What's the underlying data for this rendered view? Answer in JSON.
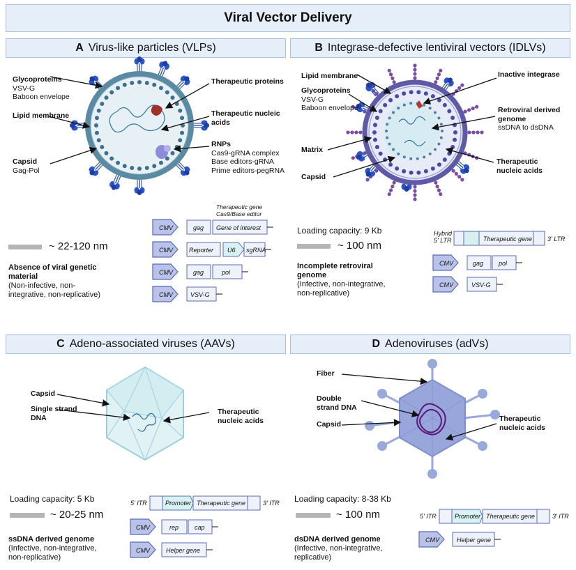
{
  "title": "Viral Vector Delivery",
  "sections": {
    "a": {
      "letter": "A",
      "name": "Virus-like particles (VLPs)"
    },
    "b": {
      "letter": "B",
      "name": "Integrase-defective lentiviral vectors (IDLVs)"
    },
    "c": {
      "letter": "C",
      "name": "Adeno-associated viruses (AAVs)"
    },
    "d": {
      "letter": "D",
      "name": "Adenoviruses (adVs)"
    }
  },
  "vlp": {
    "glyco_title": "Glycoproteins",
    "glyco_1": "VSV-G",
    "glyco_2": "Baboon envelope",
    "lipid": "Lipid membrane",
    "capsid_title": "Capsid",
    "capsid_sub": "Gag-Pol",
    "ther_prot": "Therapeutic proteins",
    "ther_nuc_1": "Therapeutic nucleic",
    "ther_nuc_2": "acids",
    "rnp_title": "RNPs",
    "rnp_1": "Cas9-gRNA complex",
    "rnp_2": "Base editors-gRNA",
    "rnp_3": "Prime editors-pegRNA",
    "size": "~ 22-120 nm",
    "desc_title_1": "Absence of viral genetic",
    "desc_title_2": "material",
    "desc_1": "(Non-infective, non-",
    "desc_2": "integrative, non-replicative)",
    "construct_note_1": "Therapeutic gene",
    "construct_note_2": "Cas9/Base editor",
    "c1_promoter": "CMV",
    "c1_a": "gag",
    "c1_b": "Gene of interest",
    "c2_promoter": "CMV",
    "c2_a": "Reporter",
    "c2_b": "U6",
    "c2_c": "sgRNA",
    "c3_promoter": "CMV",
    "c3_a": "gag",
    "c3_b": "pol",
    "c4_promoter": "CMV",
    "c4_a": "VSV-G"
  },
  "idlv": {
    "lipid": "Lipid membrane",
    "glyco_title": "Glycoproteins",
    "glyco_1": "VSV-G",
    "glyco_2": "Baboon envelope",
    "matrix": "Matrix",
    "capsid": "Capsid",
    "inactive": "Inactive integrase",
    "retro_1": "Retroviral derived",
    "retro_2": "genome",
    "retro_3": "ssDNA to dsDNA",
    "ther_1": "Therapeutic",
    "ther_2": "nucleic acids",
    "loading": "Loading capacity: 9 Kb",
    "size": "~ 100 nm",
    "desc_title_1": "Incomplete retroviral",
    "desc_title_2": "genome",
    "desc_1": "(Infective, non-integrative,",
    "desc_2": "non-replicative)",
    "ltr5_1": "Hybrid",
    "ltr5_2": "5' LTR",
    "gene": "Therapeutic gene",
    "ltr3": "3' LTR",
    "c2_promoter": "CMV",
    "c2_a": "gag",
    "c2_b": "pol",
    "c3_promoter": "CMV",
    "c3_a": "VSV-G"
  },
  "aav": {
    "capsid": "Capsid",
    "ssdna_1": "Single strand",
    "ssdna_2": "DNA",
    "ther_1": "Therapeutic",
    "ther_2": "nucleic acids",
    "loading": "Loading capacity: 5 Kb",
    "size": "~ 20-25 nm",
    "desc_title": "ssDNA derived genome",
    "desc_1": "(Infective, non-integrative,",
    "desc_2": "non-replicative)",
    "itr5": "5' ITR",
    "promoter": "Promoter",
    "gene": "Therapeutic gene",
    "itr3": "3' ITR",
    "c2_promoter": "CMV",
    "c2_a": "rep",
    "c2_b": "cap",
    "c3_promoter": "CMV",
    "c3_a": "Helper gene"
  },
  "adv": {
    "fiber": "Fiber",
    "dsdna_1": "Double",
    "dsdna_2": "strand DNA",
    "capsid": "Capsid",
    "ther_1": "Therapeutic",
    "ther_2": "nucleic acids",
    "loading": "Loading capacity: 8-38 Kb",
    "size": "~ 100 nm",
    "desc_title": "dsDNA derived genome",
    "desc_1": "(Infective, non-integrative,",
    "desc_2": "replicative)",
    "itr5": "5' ITR",
    "promoter": "Promoter",
    "gene": "Therapeutic gene",
    "itr3": "3' ITR",
    "c2_promoter": "CMV",
    "c2_a": "Helper gene"
  },
  "colors": {
    "header_bg": "#e6eef9",
    "header_border": "#a9bfdd",
    "membrane": "#5a8ba3",
    "lenti": "#6a63b8",
    "aav": "#a9dbe4",
    "adv": "#98a6dc",
    "glyco": "#2a55c8"
  }
}
